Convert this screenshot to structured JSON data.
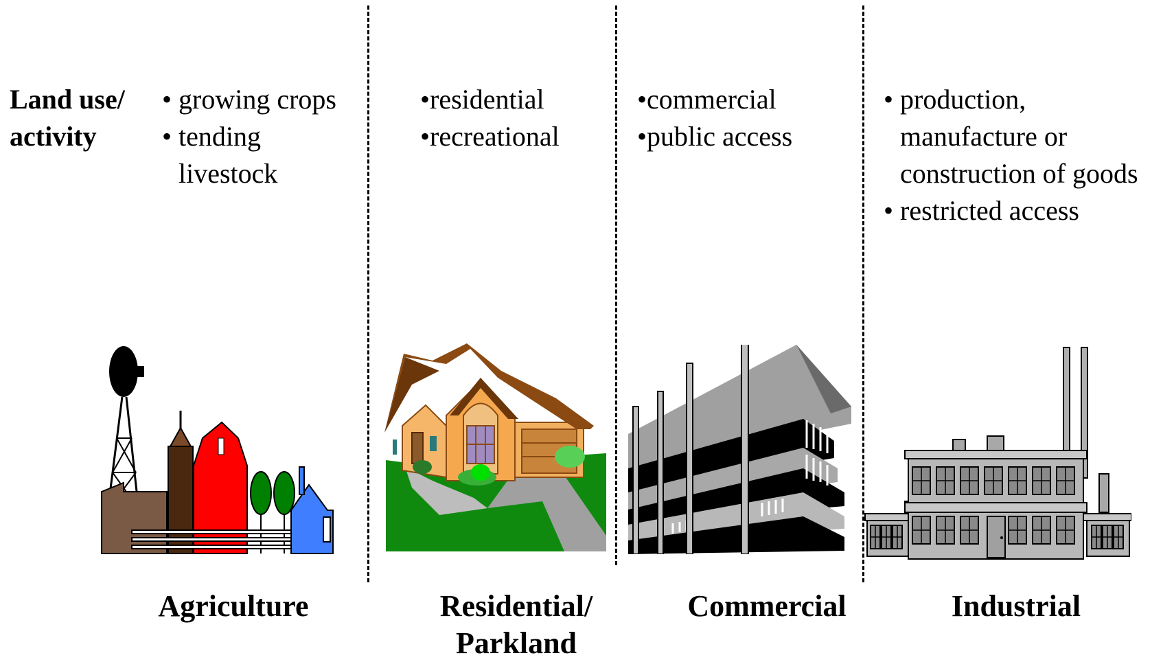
{
  "row_label": [
    "Land use/",
    "activity"
  ],
  "columns": [
    {
      "name": "Agriculture",
      "items": [
        [
          "growing crops"
        ],
        [
          "tending",
          "livestock"
        ]
      ],
      "icon": "farm-icon"
    },
    {
      "name_lines": [
        "Residential/",
        "Parkland"
      ],
      "items": [
        [
          "residential"
        ],
        [
          "recreational"
        ]
      ],
      "icon": "house-icon"
    },
    {
      "name": "Commercial",
      "items": [
        [
          "commercial"
        ],
        [
          "public access"
        ]
      ],
      "icon": "office-building-icon"
    },
    {
      "name": "Industrial",
      "items": [
        [
          "production,",
          "manufacture or",
          "construction of goods"
        ],
        [
          "restricted access"
        ]
      ],
      "icon": "factory-icon"
    }
  ],
  "colors": {
    "barn_red": "#ff0000",
    "farmhouse_blue": "#3f7fff",
    "tree_green": "#008000",
    "lawn_green": "#0f8a0f",
    "roof_brown": "#8b4a12",
    "wall_tan": "#f5b66a"
  }
}
